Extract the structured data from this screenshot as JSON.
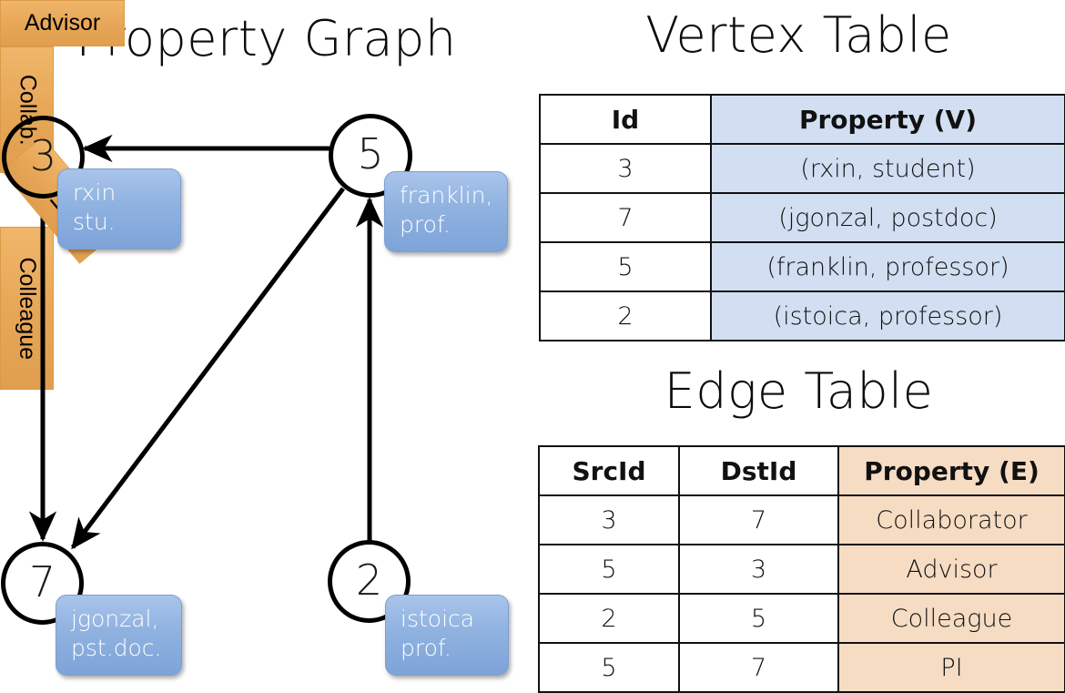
{
  "titles": {
    "property_graph": "Property Graph",
    "vertex_table": "Vertex Table",
    "edge_table": "Edge Table"
  },
  "graph": {
    "nodes": [
      {
        "id": "3",
        "property_lines": [
          "rxin",
          "stu."
        ]
      },
      {
        "id": "5",
        "property_lines": [
          "franklin,",
          "prof."
        ]
      },
      {
        "id": "7",
        "property_lines": [
          "jgonzal,",
          "pst.doc."
        ]
      },
      {
        "id": "2",
        "property_lines": [
          "istoica",
          "prof."
        ]
      }
    ],
    "edge_labels": [
      {
        "label": "Advisor",
        "orientation": "horizontal"
      },
      {
        "label": "Collab.",
        "orientation": "vertical"
      },
      {
        "label": "PI",
        "orientation": "diagonal"
      },
      {
        "label": "Colleague",
        "orientation": "vertical"
      }
    ]
  },
  "vertex_table": {
    "headers": [
      "Id",
      "Property (V)"
    ],
    "rows": [
      {
        "id": "3",
        "property": "(rxin, student)"
      },
      {
        "id": "7",
        "property": "(jgonzal, postdoc)"
      },
      {
        "id": "5",
        "property": "(franklin, professor)"
      },
      {
        "id": "2",
        "property": "(istoica, professor)"
      }
    ]
  },
  "edge_table": {
    "headers": [
      "SrcId",
      "DstId",
      "Property (E)"
    ],
    "rows": [
      {
        "src": "3",
        "dst": "7",
        "property": "Collaborator"
      },
      {
        "src": "5",
        "dst": "3",
        "property": "Advisor"
      },
      {
        "src": "2",
        "dst": "5",
        "property": "Colleague"
      },
      {
        "src": "5",
        "dst": "7",
        "property": "PI"
      }
    ]
  },
  "colors": {
    "vertex_property_fill": "#d2dff2",
    "edge_property_fill": "#f6dcc3",
    "vertex_box": "#8fb2e0",
    "edge_box": "#e7a758",
    "stroke": "#000000",
    "background": "#ffffff"
  }
}
